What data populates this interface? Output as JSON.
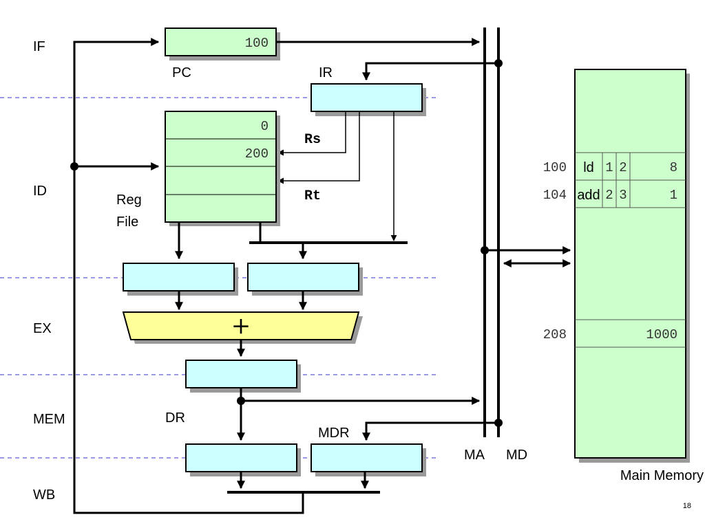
{
  "stages": {
    "if": "IF",
    "id": "ID",
    "ex": "EX",
    "mem": "MEM",
    "wb": "WB"
  },
  "pc": {
    "label": "PC",
    "value": "100"
  },
  "ir": {
    "label": "IR"
  },
  "register_file": {
    "label_line1": "Reg",
    "label_line2": "File",
    "values": [
      "0",
      "200",
      "",
      ""
    ]
  },
  "operands": {
    "rs": "Rs",
    "rt": "Rt"
  },
  "alu": {
    "symbol": "+"
  },
  "dr": {
    "label": "DR"
  },
  "mdr": {
    "label": "MDR"
  },
  "buses": {
    "ma": "MA",
    "md": "MD"
  },
  "memory": {
    "label": "Main Memory",
    "rows": [
      {
        "address": "100",
        "op": "ld",
        "f1": "1",
        "f2": "2",
        "value": "8"
      },
      {
        "address": "104",
        "op": "add",
        "f1": "2",
        "f2": "3",
        "value": "1"
      },
      {
        "address": "208",
        "value": "1000"
      }
    ]
  },
  "page_number": "18"
}
